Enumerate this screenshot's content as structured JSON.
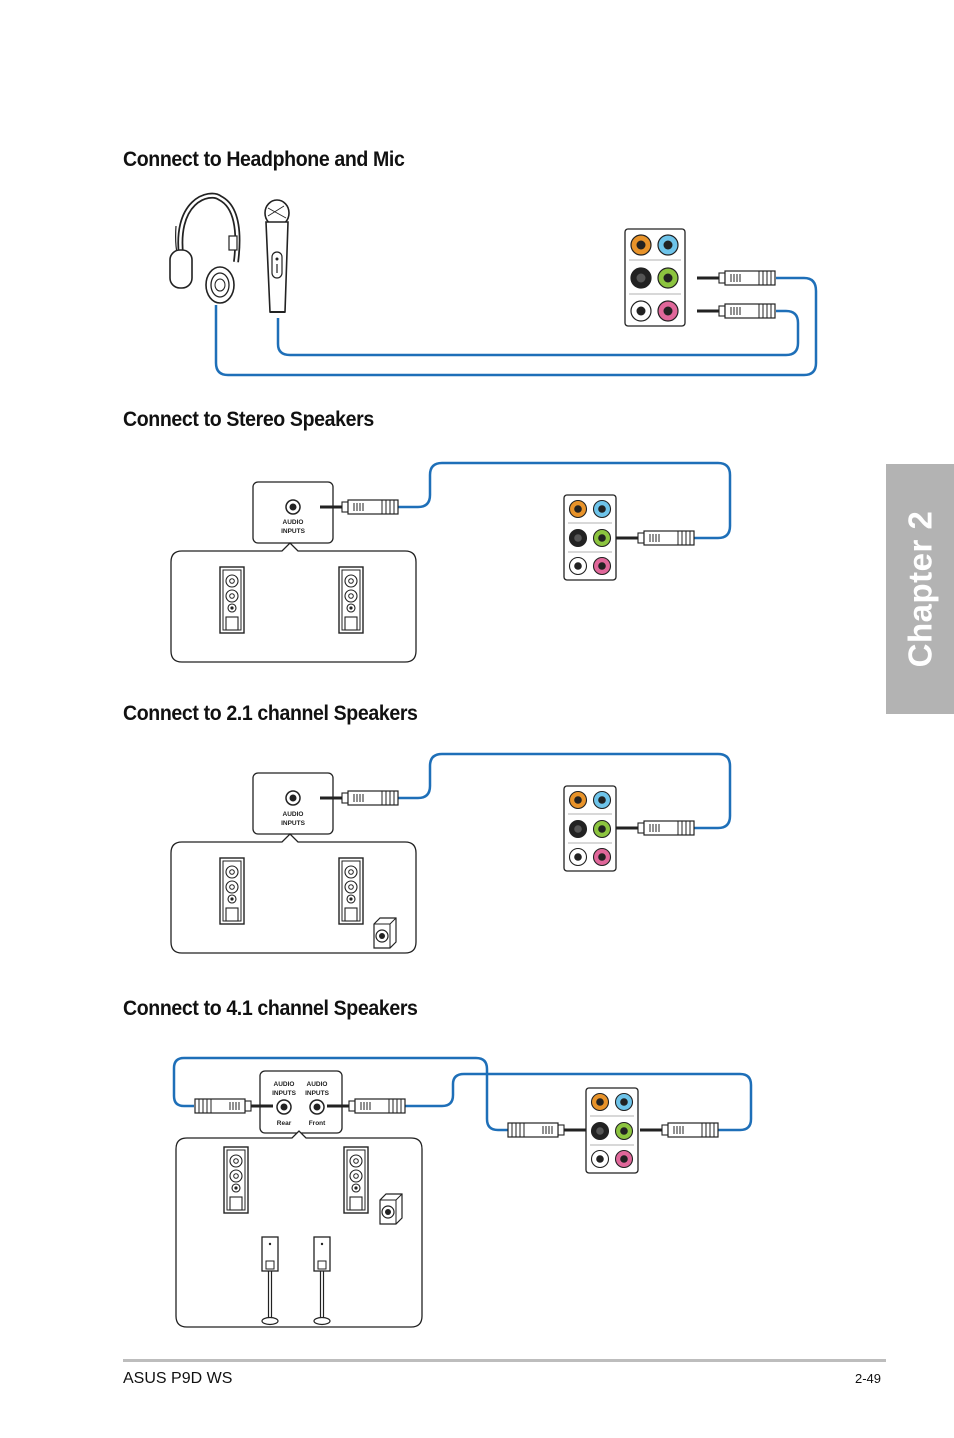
{
  "sections": {
    "headphone_mic": {
      "title": "Connect to Headphone and Mic"
    },
    "stereo": {
      "title": "Connect to Stereo Speakers"
    },
    "channel_21": {
      "title": "Connect to 2.1 channel Speakers"
    },
    "channel_41": {
      "title": "Connect to 4.1 channel Speakers"
    }
  },
  "labels": {
    "audio_inputs_line1": "AUDIO",
    "audio_inputs_line2": "INPUTS",
    "rear": "Rear",
    "front": "Front"
  },
  "side_tab": {
    "text": "Chapter 2"
  },
  "footer": {
    "product": "ASUS P9D WS",
    "page": "2-49"
  },
  "colors": {
    "cable": "#1e6fb8",
    "jack_orange": "#e8932a",
    "jack_blue": "#6ec4ea",
    "jack_black": "#222222",
    "jack_green": "#8cc43f",
    "jack_white": "#ffffff",
    "jack_pink": "#e0679a",
    "tab_grey": "#b3b3b3"
  }
}
